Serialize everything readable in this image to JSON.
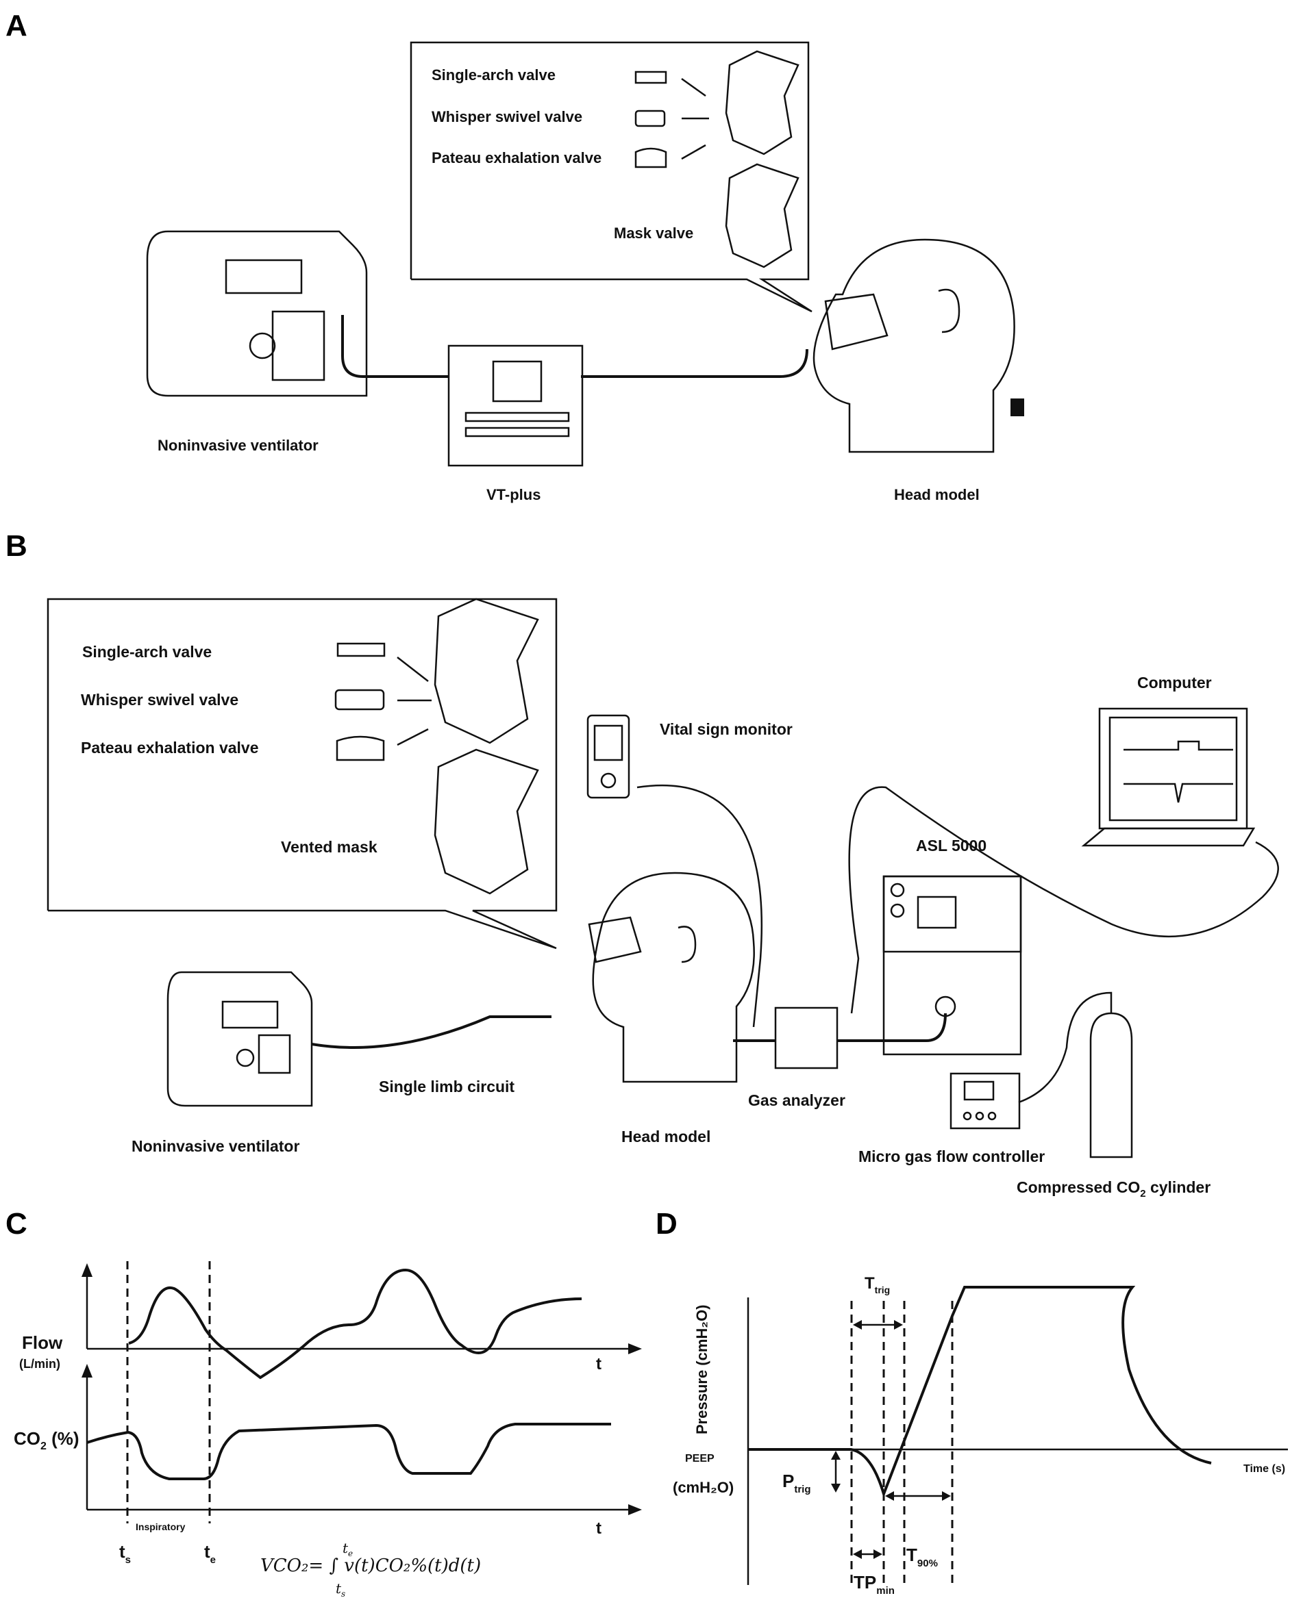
{
  "panels": {
    "a": "A",
    "b": "B",
    "c": "C",
    "d": "D"
  },
  "panel_a": {
    "callout_items": [
      "Single-arch valve",
      "Whisper swivel valve",
      "Pateau exhalation valve"
    ],
    "mask_label": "Mask valve",
    "ventilator": "Noninvasive ventilator",
    "analyzer": "VT-plus",
    "head": "Head model"
  },
  "panel_b": {
    "callout_items": [
      "Single-arch valve",
      "Whisper swivel valve",
      "Pateau exhalation valve"
    ],
    "mask_label": "Vented mask",
    "ventilator": "Noninvasive ventilator",
    "circuit": "Single limb circuit",
    "head": "Head model",
    "vital": "Vital sign monitor",
    "computer": "Computer",
    "lung": "ASL 5000",
    "gas_analyzer": "Gas analyzer",
    "flow_controller": "Micro gas flow controller",
    "cylinder_pre": "Compressed CO",
    "cylinder_sub": "2",
    "cylinder_post": " cylinder"
  },
  "panel_c": {
    "flow": "Flow",
    "flow_unit": "(L/min)",
    "co2_pre": "CO",
    "co2_sub": "2",
    "co2_post": " (%)",
    "t_axis": "t",
    "inspiratory": "Inspiratory",
    "ts_main": "t",
    "ts_sub": "s",
    "te_main": "t",
    "te_sub": "e",
    "formula": "𝑉CO₂= ∫ 𝑣(𝑡)CO₂%(𝑡)𝑑(𝑡)",
    "formula_upper": "t",
    "formula_upper_sub": "e",
    "formula_lower": "t",
    "formula_lower_sub": "s"
  },
  "panel_d": {
    "ylabel": "Pressure (cmH₂O)",
    "peep": "PEEP",
    "peep_unit": "(cmH₂O)",
    "xlabel": "Time (s)",
    "ttrig": "T",
    "ttrig_sub": "trig",
    "ptrig": "P",
    "ptrig_sub": "trig",
    "tpmin": "TP",
    "tpmin_sub": "min",
    "t90": "T",
    "t90_sub": "90%"
  }
}
